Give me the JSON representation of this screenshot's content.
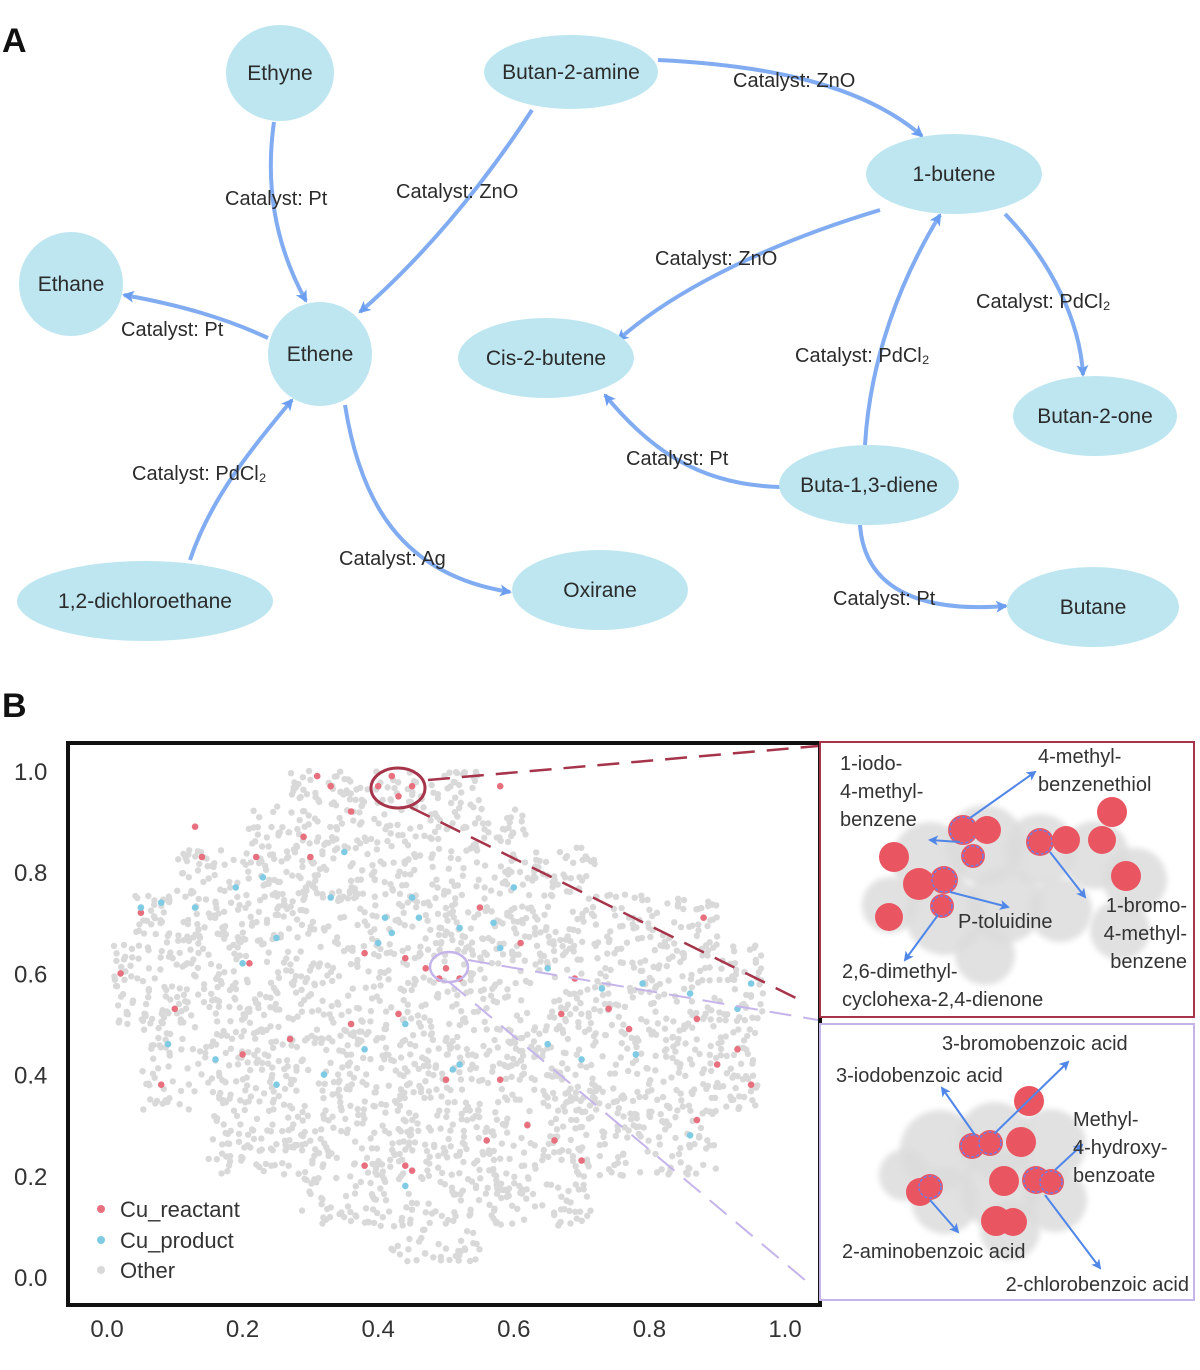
{
  "panels": {
    "a": "A",
    "b": "B"
  },
  "colors": {
    "node_fill": "#bde6f1",
    "edge": "#6b9ef0",
    "reactant": "#e8707e",
    "product": "#7fcbe4",
    "other": "#d9d9d9",
    "highlight_top": "#a6344a",
    "highlight_bottom": "#c5b4ea",
    "inset_ball": "#ea5562"
  },
  "network": {
    "nodes": [
      {
        "id": "ethyne",
        "label": "Ethyne"
      },
      {
        "id": "butan2amine",
        "label": "Butan-2-amine"
      },
      {
        "id": "butene1",
        "label": "1-butene"
      },
      {
        "id": "ethane",
        "label": "Ethane"
      },
      {
        "id": "ethene",
        "label": "Ethene"
      },
      {
        "id": "cis2butene",
        "label": "Cis-2-butene"
      },
      {
        "id": "butan2one",
        "label": "Butan-2-one"
      },
      {
        "id": "butadiene",
        "label": "Buta-1,3-diene"
      },
      {
        "id": "dichloroethane",
        "label": "1,2-dichloroethane"
      },
      {
        "id": "oxirane",
        "label": "Oxirane"
      },
      {
        "id": "butane",
        "label": "Butane"
      }
    ],
    "edges": [
      {
        "from": "ethyne",
        "to": "ethene",
        "label": "Catalyst: Pt"
      },
      {
        "from": "butan2amine",
        "to": "ethene",
        "label": "Catalyst: ZnO"
      },
      {
        "from": "butan2amine",
        "to": "butene1",
        "label": "Catalyst: ZnO"
      },
      {
        "from": "ethene",
        "to": "ethane",
        "label": "Catalyst: Pt"
      },
      {
        "from": "butene1",
        "to": "cis2butene",
        "label": "Catalyst: ZnO"
      },
      {
        "from": "butene1",
        "to": "butan2one",
        "label": "Catalyst: PdCl₂"
      },
      {
        "from": "butadiene",
        "to": "butene1",
        "label": "Catalyst: PdCl₂"
      },
      {
        "from": "dichloroethane",
        "to": "ethene",
        "label": "Catalyst: PdCl₂"
      },
      {
        "from": "butadiene",
        "to": "cis2butene",
        "label": "Catalyst: Pt"
      },
      {
        "from": "ethene",
        "to": "oxirane",
        "label": "Catalyst: Ag"
      },
      {
        "from": "butadiene",
        "to": "butane",
        "label": "Catalyst: Pt"
      }
    ]
  },
  "chart_data": {
    "type": "scatter",
    "xlim": [
      0.0,
      1.0
    ],
    "ylim": [
      0.0,
      1.0
    ],
    "x_ticks": [
      "0.0",
      "0.2",
      "0.4",
      "0.6",
      "0.8",
      "1.0"
    ],
    "y_ticks": [
      "0.0",
      "0.2",
      "0.4",
      "0.6",
      "0.8",
      "1.0"
    ],
    "grid": false,
    "legend_position": "bottom-left",
    "series": [
      {
        "name": "Cu_reactant",
        "color": "#e8707e",
        "points": [
          [
            0.33,
            0.97
          ],
          [
            0.4,
            0.97
          ],
          [
            0.43,
            0.95
          ],
          [
            0.45,
            0.97
          ],
          [
            0.42,
            0.99
          ],
          [
            0.36,
            0.92
          ],
          [
            0.31,
            0.99
          ],
          [
            0.29,
            0.87
          ],
          [
            0.22,
            0.83
          ],
          [
            0.14,
            0.83
          ],
          [
            0.05,
            0.72
          ],
          [
            0.02,
            0.6
          ],
          [
            0.1,
            0.53
          ],
          [
            0.08,
            0.38
          ],
          [
            0.2,
            0.44
          ],
          [
            0.27,
            0.47
          ],
          [
            0.36,
            0.5
          ],
          [
            0.43,
            0.52
          ],
          [
            0.38,
            0.64
          ],
          [
            0.44,
            0.63
          ],
          [
            0.47,
            0.61
          ],
          [
            0.5,
            0.61
          ],
          [
            0.52,
            0.59
          ],
          [
            0.49,
            0.59
          ],
          [
            0.55,
            0.73
          ],
          [
            0.61,
            0.66
          ],
          [
            0.69,
            0.59
          ],
          [
            0.74,
            0.53
          ],
          [
            0.77,
            0.49
          ],
          [
            0.87,
            0.51
          ],
          [
            0.93,
            0.45
          ],
          [
            0.95,
            0.38
          ],
          [
            0.9,
            0.42
          ],
          [
            0.67,
            0.52
          ],
          [
            0.58,
            0.39
          ],
          [
            0.5,
            0.39
          ],
          [
            0.62,
            0.3
          ],
          [
            0.56,
            0.27
          ],
          [
            0.38,
            0.22
          ],
          [
            0.44,
            0.22
          ],
          [
            0.45,
            0.21
          ],
          [
            0.7,
            0.23
          ],
          [
            0.87,
            0.31
          ],
          [
            0.88,
            0.71
          ],
          [
            0.66,
            0.27
          ],
          [
            0.13,
            0.89
          ],
          [
            0.58,
            0.97
          ],
          [
            0.3,
            0.83
          ],
          [
            0.21,
            0.62
          ]
        ]
      },
      {
        "name": "Cu_product",
        "color": "#7fcbe4",
        "points": [
          [
            0.05,
            0.73
          ],
          [
            0.08,
            0.74
          ],
          [
            0.13,
            0.73
          ],
          [
            0.19,
            0.77
          ],
          [
            0.23,
            0.79
          ],
          [
            0.25,
            0.67
          ],
          [
            0.33,
            0.75
          ],
          [
            0.41,
            0.71
          ],
          [
            0.45,
            0.75
          ],
          [
            0.46,
            0.71
          ],
          [
            0.4,
            0.66
          ],
          [
            0.42,
            0.68
          ],
          [
            0.52,
            0.69
          ],
          [
            0.58,
            0.65
          ],
          [
            0.65,
            0.61
          ],
          [
            0.73,
            0.57
          ],
          [
            0.79,
            0.58
          ],
          [
            0.86,
            0.56
          ],
          [
            0.93,
            0.53
          ],
          [
            0.95,
            0.58
          ],
          [
            0.7,
            0.43
          ],
          [
            0.78,
            0.44
          ],
          [
            0.51,
            0.41
          ],
          [
            0.52,
            0.42
          ],
          [
            0.44,
            0.5
          ],
          [
            0.38,
            0.45
          ],
          [
            0.32,
            0.4
          ],
          [
            0.25,
            0.38
          ],
          [
            0.16,
            0.43
          ],
          [
            0.09,
            0.46
          ],
          [
            0.86,
            0.28
          ],
          [
            0.44,
            0.18
          ],
          [
            0.6,
            0.77
          ],
          [
            0.35,
            0.84
          ],
          [
            0.57,
            0.7
          ],
          [
            0.65,
            0.46
          ],
          [
            0.2,
            0.62
          ]
        ]
      }
    ],
    "background_series": {
      "name": "Other",
      "color": "#d9d9d9"
    }
  },
  "inset_top": {
    "labels": {
      "iodo": [
        "1-iodo-",
        "4-methyl-",
        "benzene"
      ],
      "thiol": [
        "4-methyl-",
        "benzenethiol"
      ],
      "toluidine": [
        "P-toluidine"
      ],
      "bromo": [
        "1-bromo-",
        "4-methyl-",
        "benzene"
      ],
      "dimethyl": [
        "2,6-dimethyl-",
        "cyclohexa-2,4-dienone"
      ]
    }
  },
  "inset_bottom": {
    "labels": {
      "bromobenzoic": [
        "3-bromobenzoic acid"
      ],
      "iodobenzoic": [
        "3-iodobenzoic acid"
      ],
      "methylhydroxy": [
        "Methyl-",
        "4-hydroxy-",
        "benzoate"
      ],
      "aminobenzoic": [
        "2-aminobenzoic acid"
      ],
      "chlorobenzoic": [
        "2-chlorobenzoic acid"
      ]
    }
  }
}
